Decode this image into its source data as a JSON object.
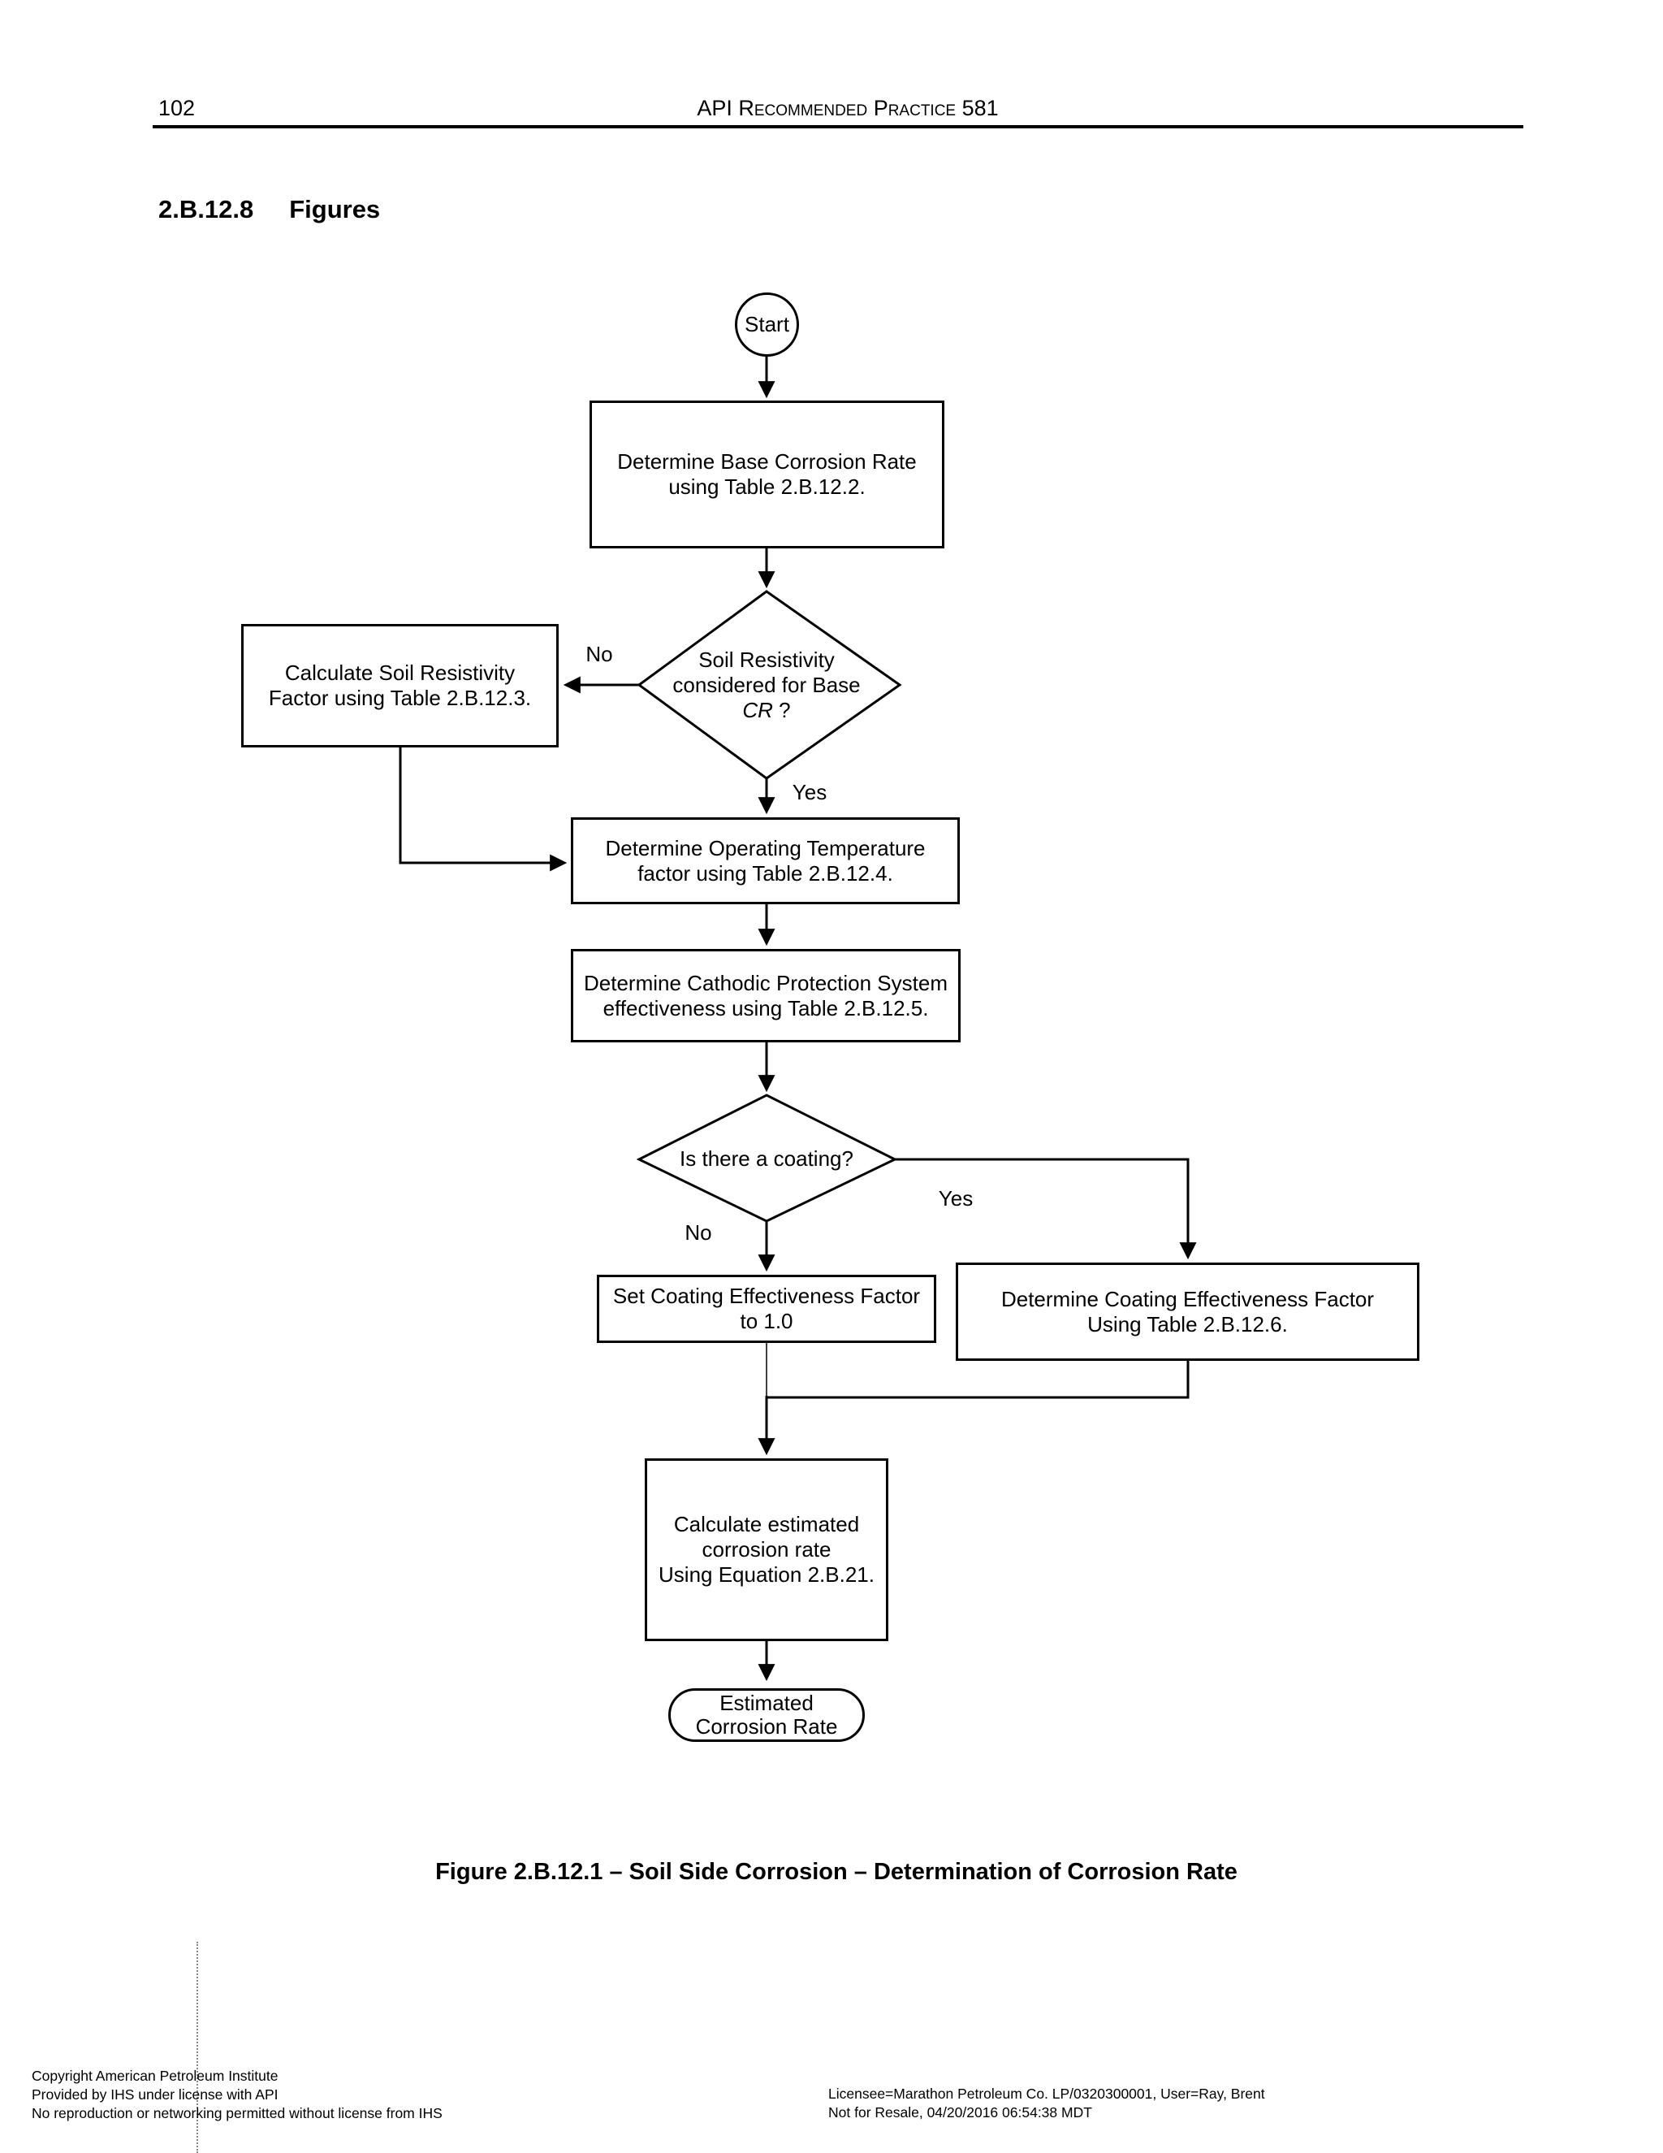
{
  "page": {
    "number": "102",
    "header_title": "API Recommended Practice 581",
    "section_number": "2.B.12.8",
    "section_title": "Figures",
    "caption": "Figure 2.B.12.1 – Soil Side Corrosion – Determination of Corrosion Rate"
  },
  "flowchart": {
    "start_label": "Start",
    "box_base_cr": "Determine Base Corrosion Rate\nusing Table 2.B.12.2.",
    "diamond_soil": {
      "line1": "Soil Resistivity",
      "line2": "considered for Base",
      "italic": "CR",
      "suffix": " ?"
    },
    "label_no_soil": "No",
    "label_yes_soil": "Yes",
    "box_soil_factor": "Calculate Soil Resistivity\nFactor using Table 2.B.12.3.",
    "box_temperature": "Determine Operating Temperature\nfactor using Table 2.B.12.4.",
    "box_cathodic": "Determine Cathodic Protection System\neffectiveness using Table 2.B.12.5.",
    "diamond_coating": "Is there a coating?",
    "label_no_coating": "No",
    "label_yes_coating": "Yes",
    "box_set_coating": "Set Coating Effectiveness Factor\nto 1.0",
    "box_determine_coating": "Determine Coating Effectiveness Factor\nUsing Table 2.B.12.6.",
    "box_calculate": "Calculate estimated\ncorrosion rate\nUsing Equation 2.B.21.",
    "oval_result": "Estimated\nCorrosion Rate"
  },
  "footer": {
    "left": [
      "Copyright American Petroleum Institute",
      "Provided by IHS under license with API",
      "No reproduction or networking permitted without license from IHS"
    ],
    "right": [
      "Licensee=Marathon Petroleum Co. LP/0320300001, User=Ray, Brent",
      "Not for Resale, 04/20/2016 06:54:38 MDT"
    ]
  }
}
